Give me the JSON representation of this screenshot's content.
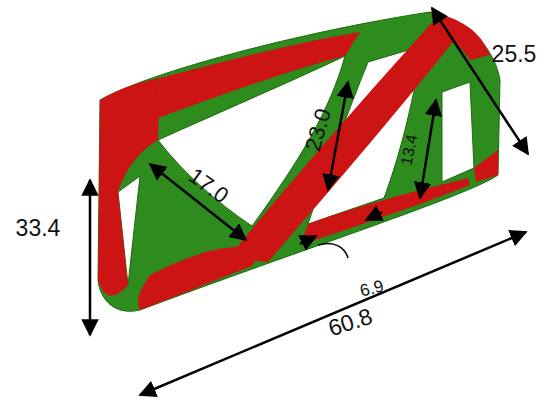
{
  "diagram": {
    "labels": [
      "25.5",
      "33.4",
      "17.0",
      "23.0",
      "13.4",
      "6.9",
      "60.8"
    ]
  }
}
